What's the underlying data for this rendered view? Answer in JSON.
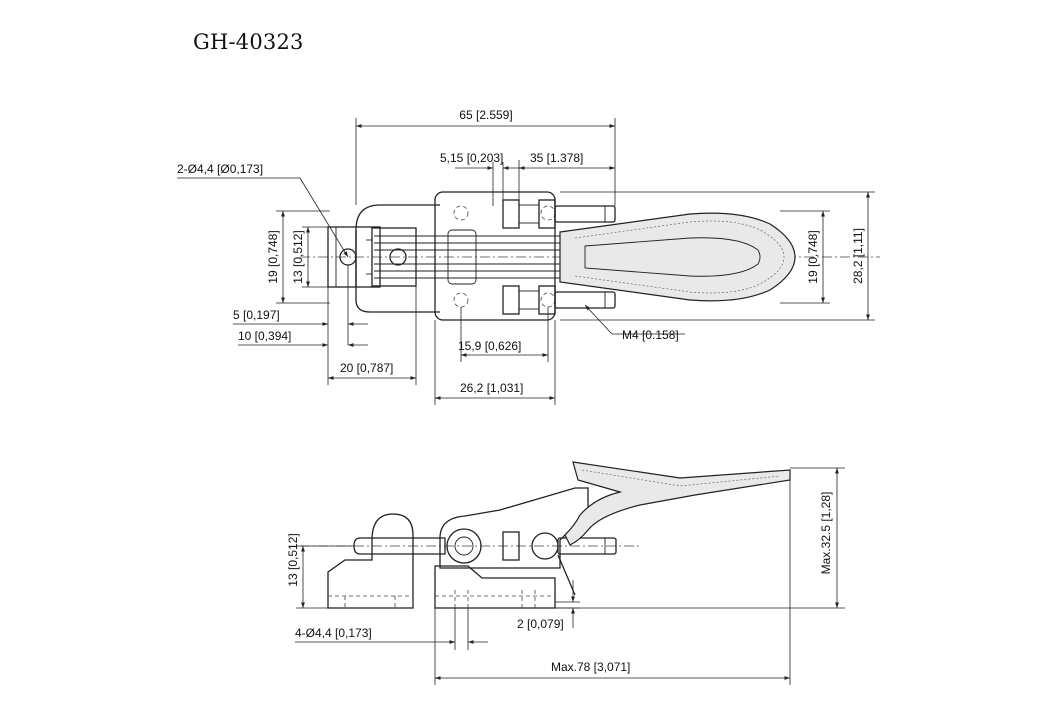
{
  "title": "GH-40323",
  "top_view": {
    "dimensions": {
      "overall_length": "65 [2.559]",
      "dim_5_15": "5,15 [0,203]",
      "dim_35": "35 [1.378]",
      "holes": "2-Ø4,4 [Ø0,173]",
      "left_19": "19 [0,748]",
      "left_13": "13 [0,512]",
      "dim_5": "5 [0,197]",
      "dim_10": "10 [0,394]",
      "dim_20": "20 [0,787]",
      "dim_15_9": "15,9 [0,626]",
      "dim_26_2": "26,2 [1,031]",
      "thread": "M4 [0.158]",
      "right_19": "19 [0,748]",
      "right_28_2": "28,2 [1,11]"
    }
  },
  "side_view": {
    "dimensions": {
      "left_13": "13 [0,512]",
      "holes": "4-Ø4,4 [0,173]",
      "dim_2": "2 [0,079]",
      "max_length": "Max.78 [3,071]",
      "max_height": "Max.32.5 [1,28]"
    }
  }
}
